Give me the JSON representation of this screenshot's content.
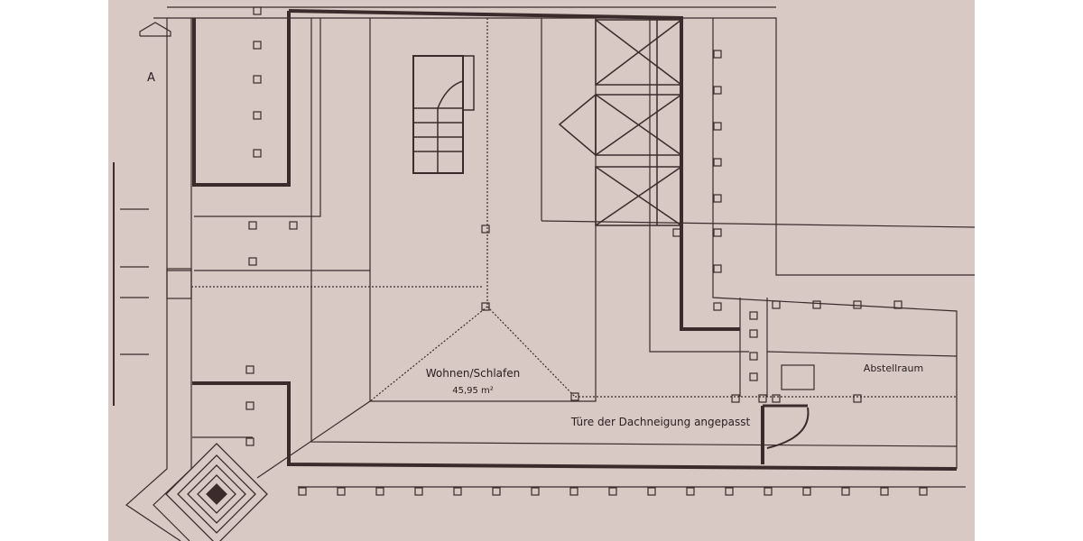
{
  "plan": {
    "section_marker": "A",
    "room_name": "Wohnen/Schlafen",
    "room_area": "45,95 m²",
    "storage_room": "Abstellraum",
    "door_note": "Türe der Dachneigung angepasst"
  },
  "colors": {
    "paper": "#d9c9c5",
    "ink": "#3a2c2c",
    "margin": "#ffffff"
  }
}
